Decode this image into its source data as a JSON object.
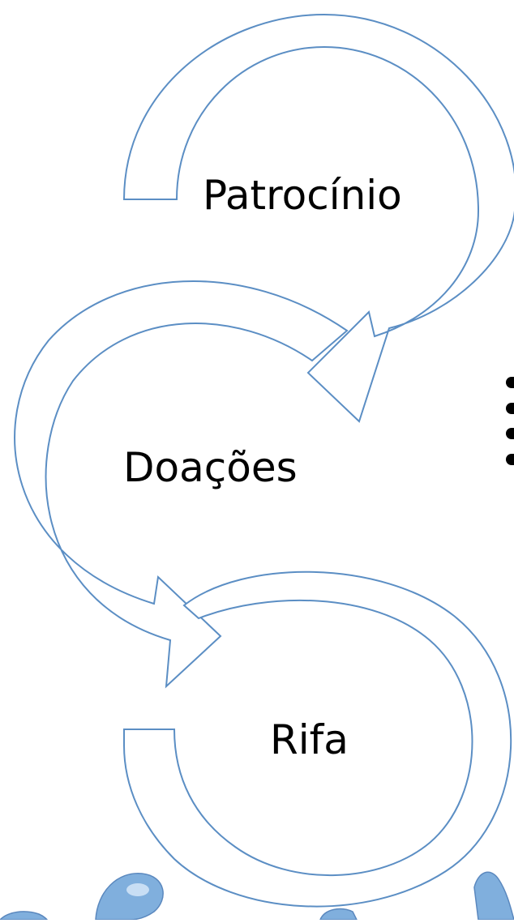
{
  "diagram": {
    "steps": [
      {
        "label": "Patrocínio"
      },
      {
        "label": "Doações"
      },
      {
        "label": "Rifa"
      }
    ],
    "bullets_visible": 4
  },
  "colors": {
    "arrow_stroke": "#5b8ec4",
    "arrow_fill": "#ffffff",
    "text": "#000000",
    "splash": "#6aa2d8"
  }
}
